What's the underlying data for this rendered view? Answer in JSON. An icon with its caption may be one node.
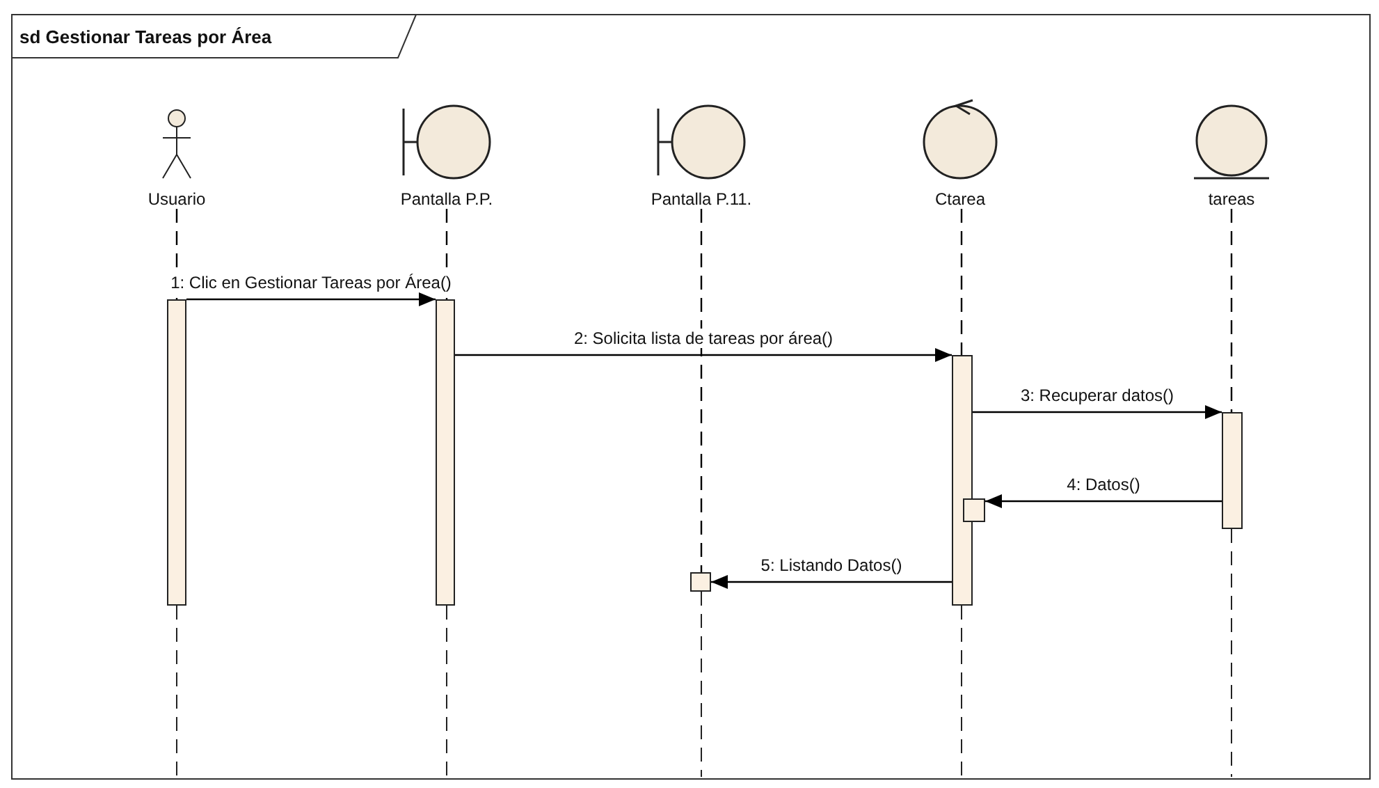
{
  "diagram": {
    "title": "sd Gestionar Tareas por Área",
    "nodes": [
      {
        "text": [
          "Usuario"
        ]
      },
      {
        "text": [
          "Pantalla P.P."
        ]
      },
      {
        "text": [
          "Pantalla P.11."
        ]
      },
      {
        "text": [
          "Ctarea"
        ]
      },
      {
        "text": [
          "tareas"
        ]
      },
      {
        "text": [],
        "shape": "bar"
      },
      {
        "text": [],
        "shape": "bar"
      },
      {
        "text": [],
        "shape": "bar"
      },
      {
        "text": [],
        "shape": "bar"
      },
      {
        "text": [],
        "shape": "bar"
      },
      {
        "text": [],
        "shape": "bar"
      }
    ],
    "edges": [
      {
        "from": 5,
        "to": 6,
        "arrow": "to",
        "label": "1: Clic en Gestionar Tareas por Área()"
      },
      {
        "from": 6,
        "to": 8,
        "arrow": "to",
        "label": "2: Solicita lista de tareas por área()"
      },
      {
        "from": 8,
        "to": 10,
        "arrow": "to",
        "label": "3: Recuperar datos()"
      },
      {
        "from": 10,
        "to": 9,
        "arrow": "to",
        "label": "4: Datos()"
      },
      {
        "from": 8,
        "to": 7,
        "arrow": "to",
        "label": "5: Listando Datos()"
      },
      {
        "from": 0,
        "to": 5,
        "arrow": "none",
        "style": "dashed"
      },
      {
        "from": 1,
        "to": 6,
        "arrow": "none",
        "style": "dashed"
      },
      {
        "from": 2,
        "to": 7,
        "arrow": "none",
        "style": "dashed"
      },
      {
        "from": 3,
        "to": 8,
        "arrow": "none",
        "style": "dashed"
      },
      {
        "from": 4,
        "to": 10,
        "arrow": "none",
        "style": "dashed"
      }
    ]
  }
}
